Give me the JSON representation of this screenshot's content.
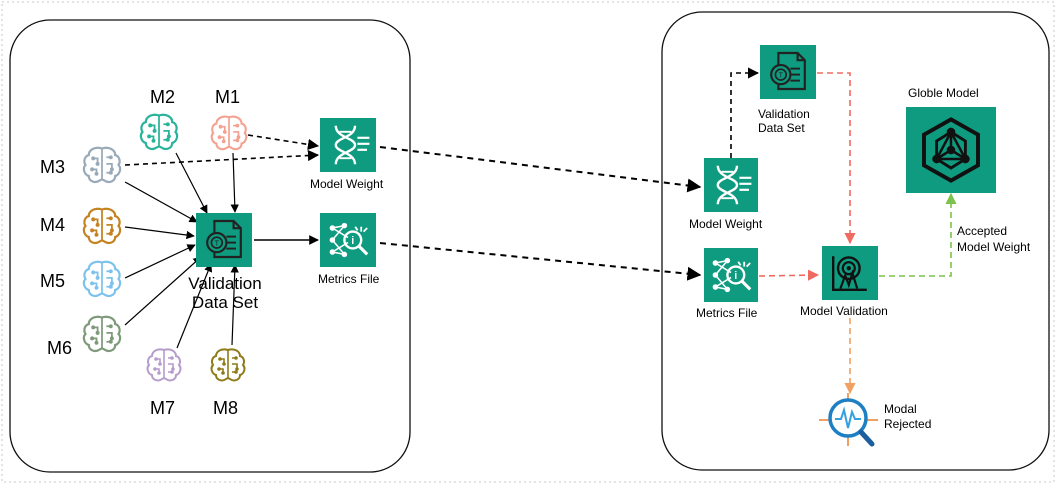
{
  "left_panel": {
    "models": [
      {
        "label": "M1",
        "color": "#f4a191"
      },
      {
        "label": "M2",
        "color": "#2ab39a"
      },
      {
        "label": "M3",
        "color": "#98a9b8"
      },
      {
        "label": "M4",
        "color": "#c48320"
      },
      {
        "label": "M5",
        "color": "#7cc2ec"
      },
      {
        "label": "M6",
        "color": "#7f9a7a"
      },
      {
        "label": "M7",
        "color": "#b69ccb"
      },
      {
        "label": "M8",
        "color": "#8e7a18"
      }
    ],
    "validation_line1": "Validation",
    "validation_line2": "Data Set",
    "model_weight": "Model Weight",
    "metrics_file": "Metrics File"
  },
  "right_panel": {
    "validation_line1": "Validation",
    "validation_line2": "Data Set",
    "model_weight": "Model Weight",
    "metrics_file": "Metrics File",
    "model_validation": "Model Validation",
    "globle_model": "Globle Model",
    "accepted_line1": "Accepted",
    "accepted_line2": "Model Weight",
    "rejected_line1": "Modal",
    "rejected_line2": "Rejected"
  },
  "colors": {
    "tile": "#0e9b7f",
    "arrow_black": "#000000",
    "arrow_red": "#ef6b61",
    "arrow_green": "#7cc24c",
    "arrow_orange": "#f0a062",
    "border_dots": "#c8c8c8"
  },
  "icons": [
    "brain-icon",
    "dna-icon",
    "document-icon",
    "neural-search-icon",
    "radar-icon",
    "network-icon",
    "rejected-search-icon"
  ]
}
